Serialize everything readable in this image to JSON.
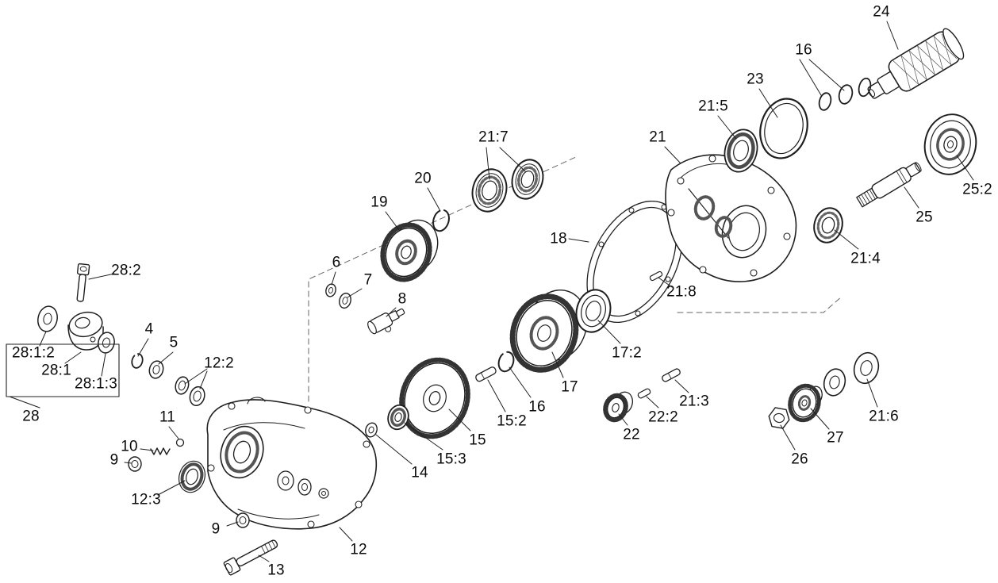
{
  "figure": {
    "kind": "exploded-parts-diagram"
  },
  "colors": {
    "line": "#1f1f1f",
    "background": "#ffffff",
    "seal_dark": "#4a4a4a",
    "teeth": "#333333"
  },
  "callouts": [
    {
      "id": "24",
      "label": "24"
    },
    {
      "id": "16-top",
      "label": "16"
    },
    {
      "id": "23",
      "label": "23"
    },
    {
      "id": "21-5",
      "label": "21:5"
    },
    {
      "id": "21",
      "label": "21"
    },
    {
      "id": "25-2",
      "label": "25:2"
    },
    {
      "id": "25",
      "label": "25"
    },
    {
      "id": "21-4",
      "label": "21:4"
    },
    {
      "id": "21-7",
      "label": "21:7"
    },
    {
      "id": "20",
      "label": "20"
    },
    {
      "id": "19",
      "label": "19"
    },
    {
      "id": "18",
      "label": "18"
    },
    {
      "id": "21-8",
      "label": "21:8"
    },
    {
      "id": "17-2",
      "label": "17:2"
    },
    {
      "id": "17",
      "label": "17"
    },
    {
      "id": "16-mid",
      "label": "16"
    },
    {
      "id": "15-2",
      "label": "15:2"
    },
    {
      "id": "15",
      "label": "15"
    },
    {
      "id": "15-3",
      "label": "15:3"
    },
    {
      "id": "14",
      "label": "14"
    },
    {
      "id": "28-2",
      "label": "28:2"
    },
    {
      "id": "6",
      "label": "6"
    },
    {
      "id": "7",
      "label": "7"
    },
    {
      "id": "8",
      "label": "8"
    },
    {
      "id": "4",
      "label": "4"
    },
    {
      "id": "5",
      "label": "5"
    },
    {
      "id": "12-2",
      "label": "12:2"
    },
    {
      "id": "28-1-2",
      "label": "28:1:2"
    },
    {
      "id": "28-1",
      "label": "28:1"
    },
    {
      "id": "28-1-3",
      "label": "28:1:3"
    },
    {
      "id": "28",
      "label": "28"
    },
    {
      "id": "11",
      "label": "11"
    },
    {
      "id": "10",
      "label": "10"
    },
    {
      "id": "9-left",
      "label": "9"
    },
    {
      "id": "12-3",
      "label": "12:3"
    },
    {
      "id": "9-bottom",
      "label": "9"
    },
    {
      "id": "12",
      "label": "12"
    },
    {
      "id": "13",
      "label": "13"
    },
    {
      "id": "22",
      "label": "22"
    },
    {
      "id": "22-2",
      "label": "22:2"
    },
    {
      "id": "21-3",
      "label": "21:3"
    },
    {
      "id": "26",
      "label": "26"
    },
    {
      "id": "27",
      "label": "27"
    },
    {
      "id": "21-6",
      "label": "21:6"
    }
  ]
}
